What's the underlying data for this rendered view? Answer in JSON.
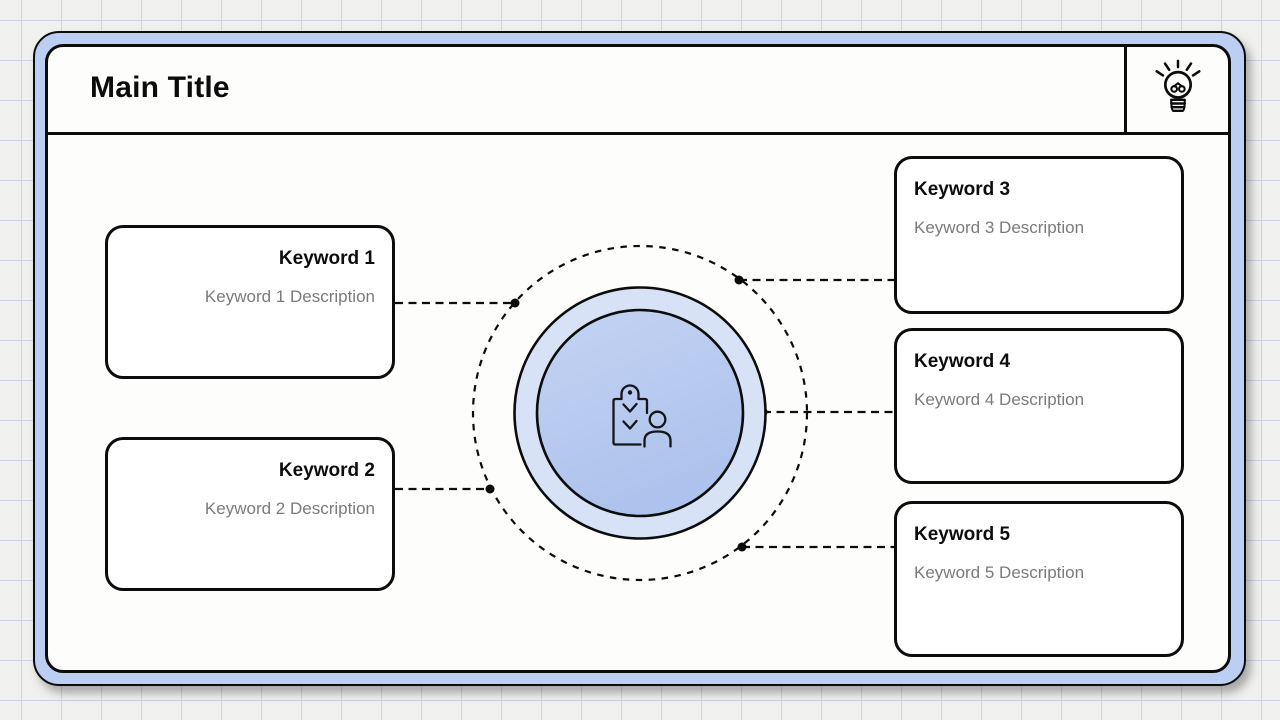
{
  "header": {
    "title": "Main Title",
    "icon": "lightbulb-icon"
  },
  "center": {
    "icon": "clipboard-checklist-person-icon"
  },
  "keywords": [
    {
      "title": "Keyword 1",
      "description": "Keyword 1 Description",
      "side": "left"
    },
    {
      "title": "Keyword 2",
      "description": "Keyword 2 Description",
      "side": "left"
    },
    {
      "title": "Keyword 3",
      "description": "Keyword 3 Description",
      "side": "right"
    },
    {
      "title": "Keyword 4",
      "description": "Keyword 4 Description",
      "side": "right"
    },
    {
      "title": "Keyword 5",
      "description": "Keyword 5 Description",
      "side": "right"
    }
  ],
  "colors": {
    "background": "#f0f0ee",
    "grid_line": "#cdd1e8",
    "frame_blue": "#bccff2",
    "stroke_black": "#0c0c0c",
    "ring_blue": "#d7e2f7",
    "hub_blue": "#b5c8ef",
    "description_gray": "#7b7b7b",
    "card_white": "#ffffff"
  }
}
